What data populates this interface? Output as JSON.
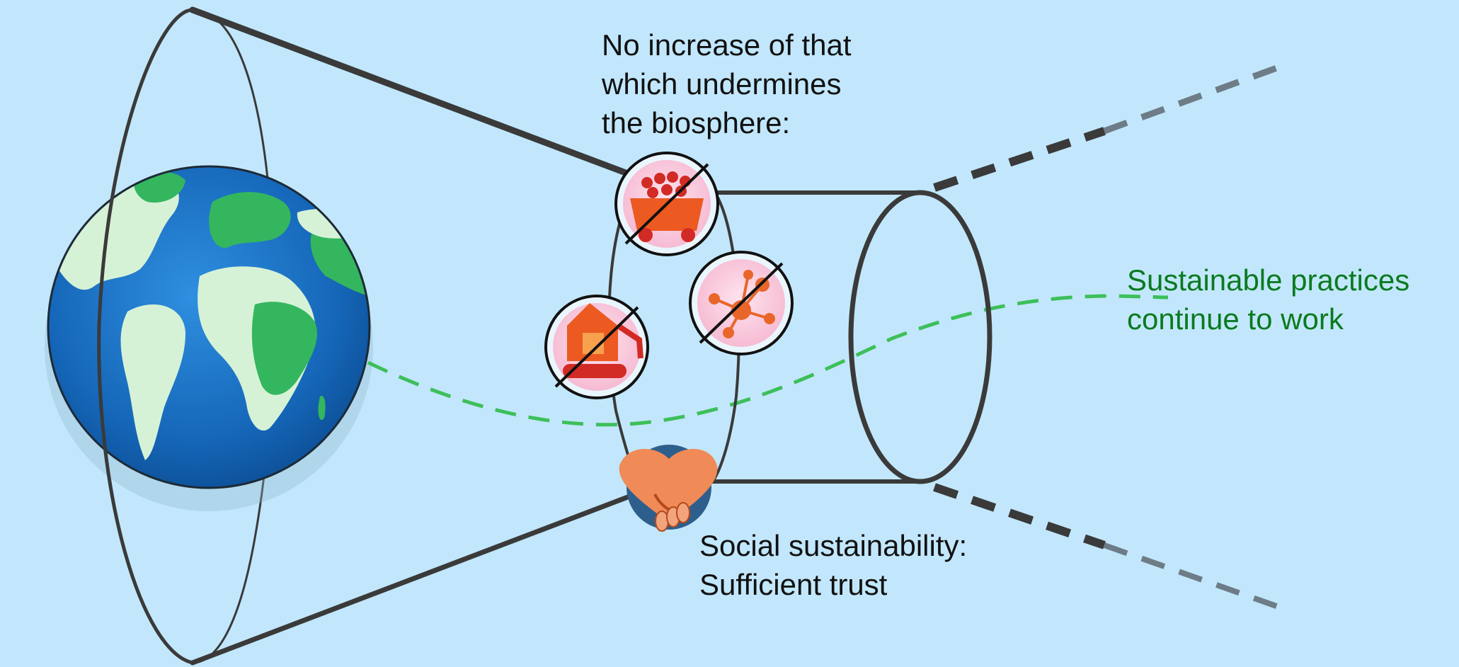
{
  "biosphere_label": {
    "line1": "No increase of that",
    "line2": "which undermines",
    "line3": "the biosphere:"
  },
  "practices_label": {
    "line1": "Sustainable practices",
    "line2": "continue to work",
    "color": "#0b7a1f"
  },
  "social_label": {
    "line1": "Social sustainability:",
    "line2": "Sufficient trust"
  },
  "icons": [
    "globe-icon",
    "mining-cart-icon",
    "excavator-icon",
    "network-icon",
    "handshake-icon"
  ],
  "colors": {
    "background": "#c2e7fc",
    "funnel_stroke": "#3a3a3a",
    "dashed_path": "#3dbf5a",
    "icon_fill": "#f8c8dc",
    "icon_red": "#e2411f",
    "globe_ocean": "#1a73c7",
    "globe_land_green": "#34b65f",
    "globe_land_pale": "#d6f2d6"
  }
}
